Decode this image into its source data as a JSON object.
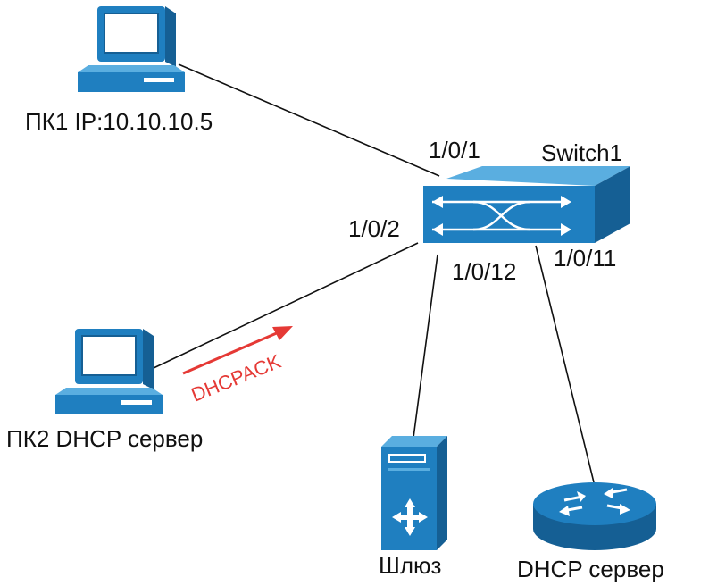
{
  "colors": {
    "device_blue": "#1f7fc0",
    "device_dark": "#155f94",
    "device_light": "#5aaee0",
    "dhcpack_arrow": "#e53935"
  },
  "labels": {
    "pc1": "ПК1 IP:10.10.10.5",
    "pc2": "ПК2 DHCP сервер",
    "switch": "Switch1",
    "gateway": "Шлюз",
    "dhcp_router": "DHCP сервер",
    "dhcpack": "DHCPACK"
  },
  "ports": {
    "p1": "1/0/1",
    "p2": "1/0/2",
    "p12": "1/0/12",
    "p11": "1/0/11"
  },
  "icons": {
    "pc1": "desktop-computer-icon",
    "pc2": "desktop-computer-icon",
    "switch": "network-switch-icon",
    "gateway": "server-tower-icon",
    "dhcp_router": "router-icon"
  }
}
